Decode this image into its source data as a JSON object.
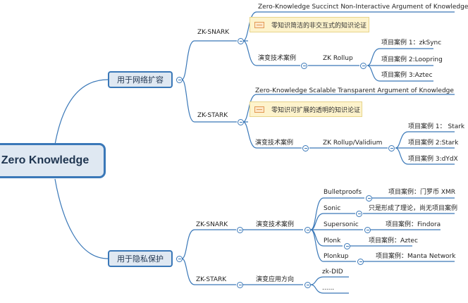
{
  "root": "Zero Knowledge",
  "branches": {
    "scaling": {
      "label": "用于网络扩容",
      "snark": {
        "label": "ZK-SNARK",
        "full_name": "Zero-Knowledge Succinct Non-Interactive Argument of Knowledge",
        "note": "零知识简洁的非交互式的知识论证",
        "evolution": "演变技术案例",
        "tech": "ZK Rollup",
        "cases": [
          "项目案例 1：zkSync",
          "项目案例 2:Loopring",
          "项目案例 3:Aztec"
        ]
      },
      "stark": {
        "label": "ZK-STARK",
        "full_name": "Zero-Knowledge Scalable Transparent Argument of Knowledge",
        "note": "零知识可扩展的透明的知识论证",
        "evolution": "演变技术案例",
        "tech": "ZK Rollup/Validium",
        "cases": [
          "项目案例 1： Stark",
          "项目案例 2:Stark",
          "项目案例 3:dYdX"
        ]
      }
    },
    "privacy": {
      "label": "用于隐私保护",
      "snark": {
        "label": "ZK-SNARK",
        "evolution": "演变技术案例",
        "items": [
          {
            "name": "Bulletproofs",
            "case": "项目案例：门罗币 XMR"
          },
          {
            "name": "Sonic",
            "case": "只是形成了理论，尚无项目案例"
          },
          {
            "name": "Supersonic",
            "case": "项目案例：Findora"
          },
          {
            "name": "Plonk",
            "case": "项目案例：Aztec"
          },
          {
            "name": "Plonkup",
            "case": "项目案例：Manta Network"
          }
        ]
      },
      "stark": {
        "label": "ZK-STARK",
        "direction": "演变应用方向",
        "items": [
          "zk-DID",
          "......"
        ]
      }
    }
  },
  "colors": {
    "line": "#3a78b8",
    "node_fill": "#dfe8f2",
    "note_fill": "#fdf3cc"
  }
}
